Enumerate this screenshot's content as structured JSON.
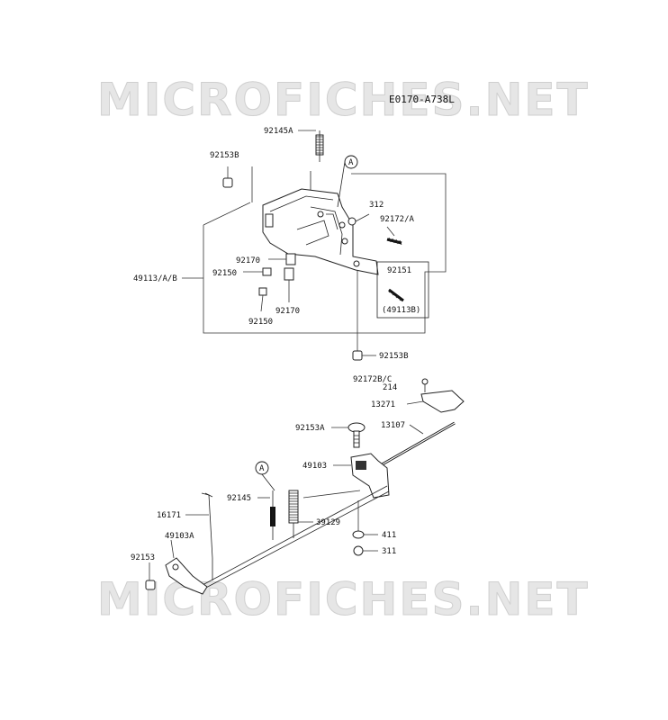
{
  "watermarks": [
    "MICROFICHES.NET",
    "MICROFICHES.NET"
  ],
  "diagram_code": "E0170-A738L",
  "callouts": [
    "A",
    "A"
  ],
  "parts": {
    "p92145A": "92145A",
    "p92153B_top": "92153B",
    "p312": "312",
    "p92172A": "92172/A",
    "p92170_a": "92170",
    "p92150_a": "92150",
    "p49113AB": "49113/A/B",
    "p92151": "92151",
    "p49113B": "(49113B)",
    "p92170_b": "92170",
    "p92150_b": "92150",
    "p92153B_bot": "92153B",
    "p92172BC": "92172B/C",
    "p214": "214",
    "p13271": "13271",
    "p92153A": "92153A",
    "p13107": "13107",
    "p49103": "49103",
    "p92145": "92145",
    "p16171": "16171",
    "p39129": "39129",
    "p49103A": "49103A",
    "p411": "411",
    "p311": "311",
    "p92153": "92153"
  }
}
